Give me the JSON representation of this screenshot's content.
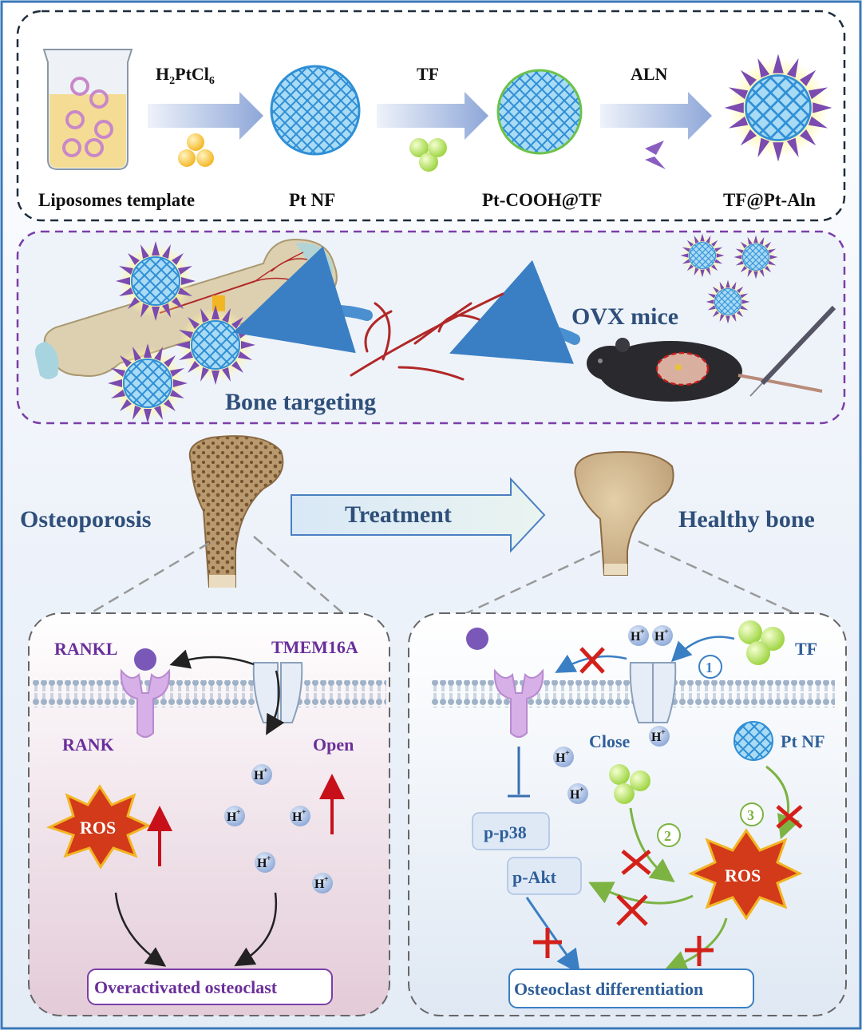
{
  "synthesis": {
    "reagent1": "H₂PtCl₆",
    "reagent2": "TF",
    "reagent3": "ALN",
    "label_template": "Liposomes template",
    "label_ptnf": "Pt NF",
    "label_ptcooh": "Pt-COOH@TF",
    "label_tfpt": "TF@Pt-Aln"
  },
  "delivery": {
    "ovx": "OVX mice",
    "bone_targeting": "Bone targeting"
  },
  "treatment": {
    "osteoporosis": "Osteoporosis",
    "arrow": "Treatment",
    "healthy": "Healthy bone"
  },
  "left_panel": {
    "rankl": "RANKL",
    "tmem": "TMEM16A",
    "rank": "RANK",
    "open": "Open",
    "ros": "ROS",
    "proton": "H",
    "outcome": "Overactivated osteoclast"
  },
  "right_panel": {
    "tf": "TF",
    "close": "Close",
    "ptnf": "Pt NF",
    "pp38": "p-p38",
    "pakt": "p-Akt",
    "ros": "ROS",
    "step1": "1",
    "step2": "2",
    "step3": "3",
    "proton": "H",
    "outcome": "Osteoclast differentiation"
  },
  "colors": {
    "frame": "#3a78b8",
    "purple_text": "#6a2f9a",
    "blue_text": "#2f5f9a",
    "ros": "#c8321a",
    "red_x": "#d4201a",
    "green": "#8ec63f"
  }
}
